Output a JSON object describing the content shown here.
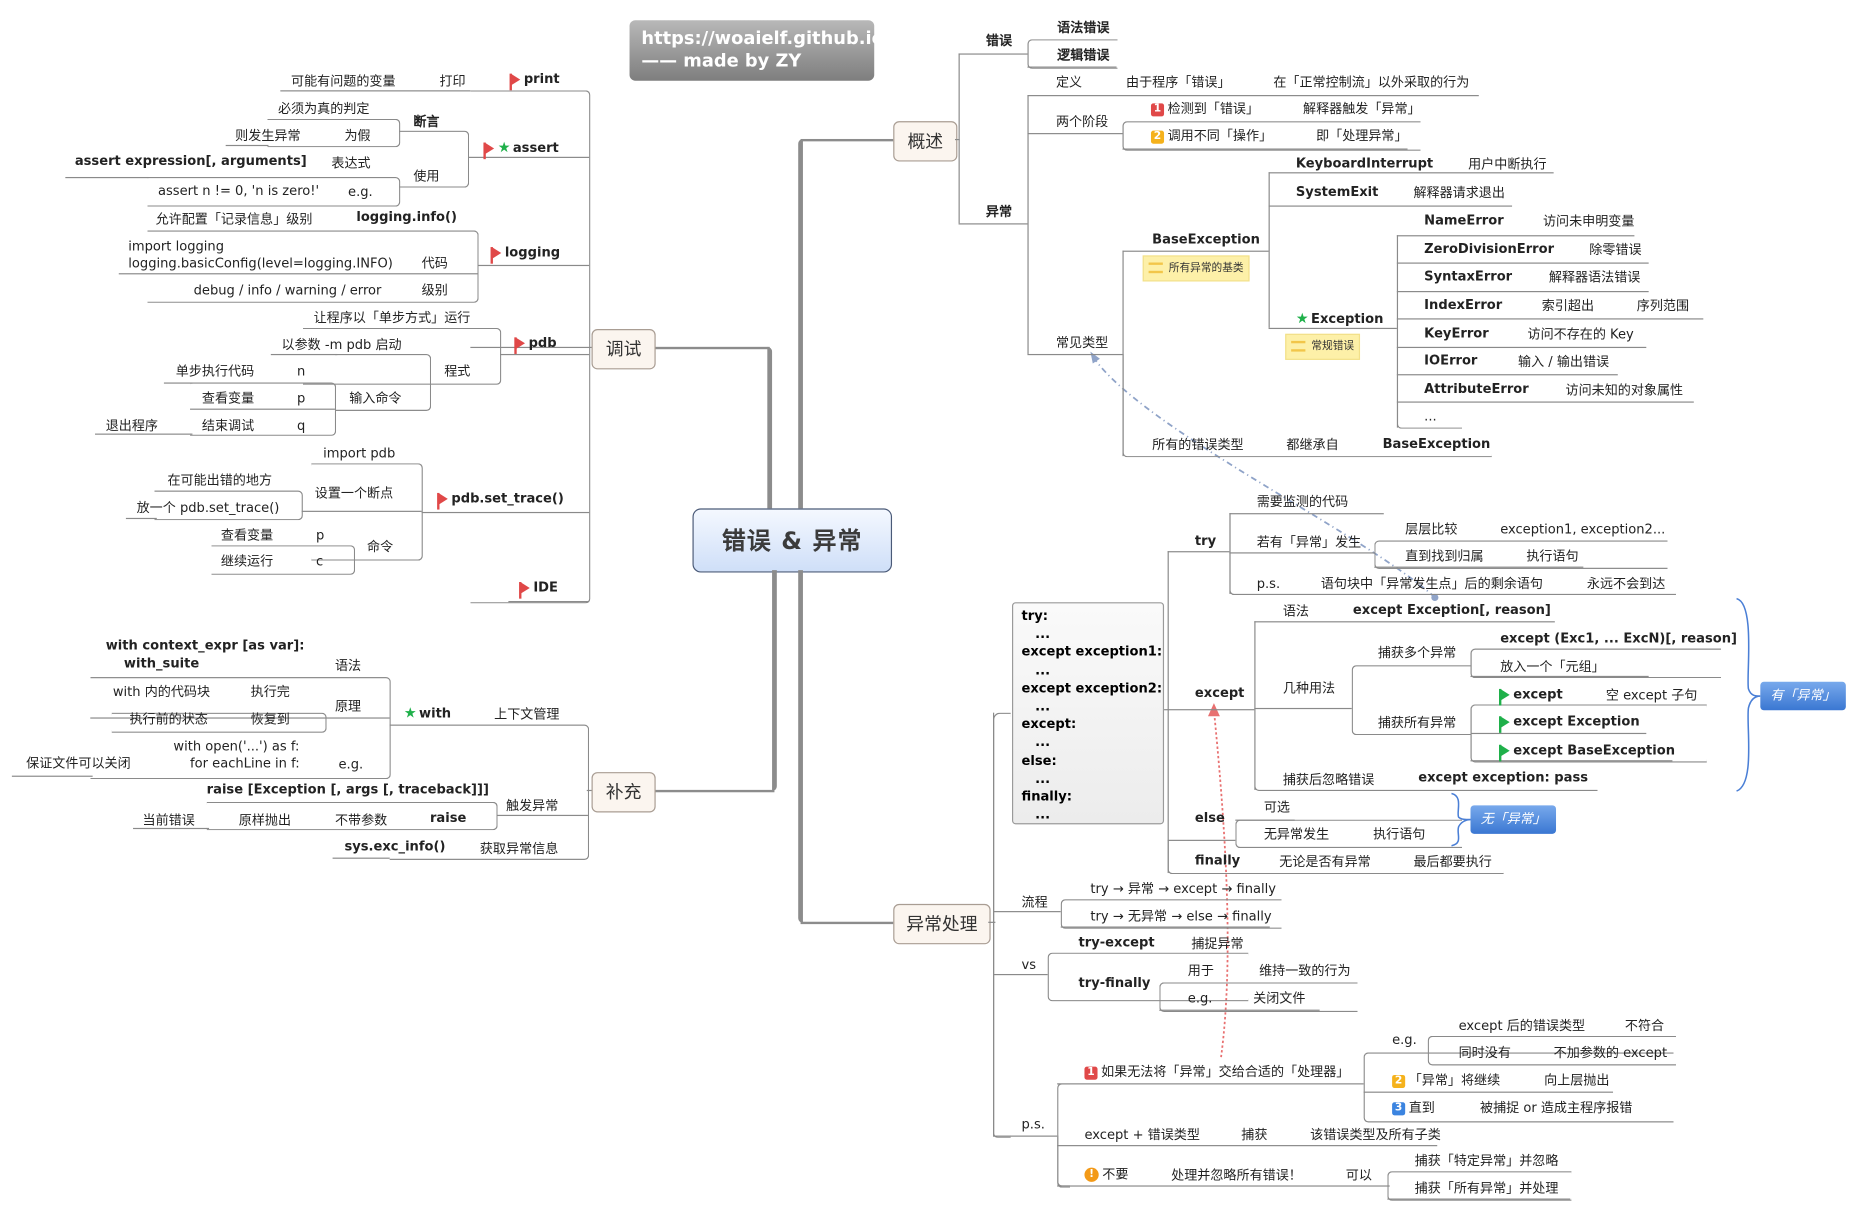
{
  "banner": {
    "line1": "https://woaielf.github.io/",
    "line2": "—— made by ZY"
  },
  "central": "错误 & 异常",
  "colors": {
    "callout": "#3a77d2",
    "flag_red": "#e04848",
    "flag_green": "#1fb04a",
    "star": "#1fb04a",
    "note": "#fdf0a8",
    "relationship_blue": "#8fa3c8",
    "relationship_red": "#e87070"
  },
  "overview": {
    "title": "概述",
    "error": {
      "label": "错误",
      "items": [
        "语法错误",
        "逻辑错误"
      ]
    },
    "exception": {
      "label": "异常",
      "definition": {
        "label": "定义",
        "a": "由于程序「错误」",
        "b": "在「正常控制流」以外采取的行为"
      },
      "phases": {
        "label": "两个阶段",
        "p1": "检测到「错误」",
        "p1b": "解释器触发「异常」",
        "p2": "调用不同「操作」",
        "p2b": "即「处理异常」",
        "n1": "1",
        "n2": "2"
      },
      "common": {
        "label": "常见类型",
        "base": "BaseException",
        "base_note": "所有异常的基类",
        "kbi": "KeyboardInterrupt",
        "kbi_desc": "用户中断执行",
        "sysexit": "SystemExit",
        "sysexit_desc": "解释器请求退出",
        "exception": "Exception",
        "exception_note": "常规错误",
        "errors": [
          {
            "name": "NameError",
            "desc": "访问未申明变量"
          },
          {
            "name": "ZeroDivisionError",
            "desc": "除零错误"
          },
          {
            "name": "SyntaxError",
            "desc": "解释器语法错误"
          },
          {
            "name": "IndexError",
            "desc": "索引超出",
            "desc2": "序列范围"
          },
          {
            "name": "KeyError",
            "desc": "访问不存在的 Key"
          },
          {
            "name": "IOError",
            "desc": "输入 / 输出错误"
          },
          {
            "name": "AttributeError",
            "desc": "访问未知的对象属性"
          },
          {
            "name": "..."
          }
        ],
        "all_a": "所有的错误类型",
        "all_b": "都继承自",
        "all_c": "BaseException"
      }
    }
  },
  "debug": {
    "title": "调试",
    "print": {
      "label": "print",
      "a": "打印",
      "b": "可能有问题的变量"
    },
    "assert": {
      "label": "assert",
      "assertion": "断言",
      "a1": "必须为真的判定",
      "a2": "为假",
      "a3": "则发生异常",
      "use": "使用",
      "expr_label": "表达式",
      "expr": "assert expression[, arguments]",
      "eg": "e.g.",
      "example": "assert n != 0, 'n is zero!'"
    },
    "logging": {
      "label": "logging",
      "info": "logging.info()",
      "info_desc": "允许配置「记录信息」级别",
      "code_label": "代码",
      "code1": "import logging",
      "code2": "logging.basicConfig(level=logging.INFO)",
      "level_label": "级别",
      "levels": "debug / info / warning / error"
    },
    "pdb": {
      "label": "pdb",
      "step": "让程序以「单步方式」运行",
      "mode": "程式",
      "start": "以参数 -m pdb 启动",
      "input": "输入命令",
      "cmds": [
        {
          "k": "n",
          "v": "单步执行代码"
        },
        {
          "k": "p",
          "v": "查看变量"
        },
        {
          "k": "q",
          "v": "结束调试",
          "v2": "退出程序"
        }
      ]
    },
    "set_trace": {
      "label": "pdb.set_trace()",
      "import": "import pdb",
      "bp": "设置一个断点",
      "bp1": "在可能出错的地方",
      "bp2": "放一个 pdb.set_trace()",
      "cmd": "命令",
      "cmds": [
        {
          "k": "p",
          "v": "查看变量"
        },
        {
          "k": "c",
          "v": "继续运行"
        }
      ]
    },
    "ide": {
      "label": "IDE"
    }
  },
  "supplement": {
    "title": "补充",
    "with": {
      "label": "with",
      "desc": "上下文管理",
      "syntax_label": "语法",
      "syntax1": "with context_expr [as var]:",
      "syntax2": "    with_suite",
      "principle": "原理",
      "p1a": "with 内的代码块",
      "p1b": "执行完",
      "p2a": "执行前的状态",
      "p2b": "恢复到",
      "eg": "e.g.",
      "eg1": "with open('...') as f:",
      "eg2": "    for eachLine in f:",
      "eg_desc": "保证文件可以关闭"
    },
    "raise": {
      "label": "触发异常",
      "syntax": "raise [Exception [, args [, traceback]]]",
      "kw": "raise",
      "a": "不带参数",
      "b": "原样抛出",
      "c": "当前错误"
    },
    "exc_info": {
      "label": "获取异常信息",
      "fn": "sys.exc_info()"
    }
  },
  "handling": {
    "title": "异常处理",
    "code": [
      "try:",
      "   ...",
      "except exception1:",
      "   ...",
      "except exception2:",
      "   ...",
      "except:",
      "   ...",
      "else:",
      "   ...",
      "finally:",
      "   ..."
    ],
    "try": {
      "label": "try",
      "a": "需要监测的代码",
      "b": "若有「异常」发生",
      "b1": "层层比较",
      "b1v": "exception1, exception2...",
      "b2": "直到找到归属",
      "b2v": "执行语句",
      "ps": "p.s.",
      "ps1": "语句块中「异常发生点」后的剩余语句",
      "ps2": "永远不会到达"
    },
    "except": {
      "label": "except",
      "syntax_label": "语法",
      "syntax": "except Exception[, reason]",
      "usages": "几种用法",
      "multi": "捕获多个异常",
      "multi1": "except (Exc1, ... ExcN)[, reason]",
      "multi2": "放入一个「元组」",
      "all": "捕获所有异常",
      "all1": "except",
      "all1d": "空 except 子句",
      "all2": "except Exception",
      "all3": "except BaseException",
      "ignore": "捕获后忽略错误",
      "ignore_v": "except exception: pass"
    },
    "else": {
      "label": "else",
      "a": "可选",
      "b": "无异常发生",
      "c": "执行语句"
    },
    "finally": {
      "label": "finally",
      "a": "无论是否有异常",
      "b": "最后都要执行"
    },
    "callout_yes": "有「异常」",
    "callout_no": "无「异常」",
    "flow": {
      "label": "流程",
      "a": "try → 异常 → except → finally",
      "b": "try → 无异常 → else → finally"
    },
    "vs": {
      "label": "vs",
      "te": "try-except",
      "te_d": "捕捉异常",
      "tf": "try-finally",
      "tf_use": "用于",
      "tf_use_d": "维持一致的行为",
      "tf_eg": "e.g.",
      "tf_eg_d": "关闭文件"
    },
    "ps": {
      "label": "p.s.",
      "p1": "如果无法将「异常」交给合适的「处理器」",
      "eg": "e.g.",
      "eg1": "except 后的错误类型",
      "eg1b": "不符合",
      "eg2": "同时没有",
      "eg2b": "不加参数的 except",
      "p2": "「异常」将继续",
      "p2b": "向上层抛出",
      "p3": "直到",
      "p3b": "被捕捉 or 造成主程序报错",
      "e1": "except + 错误类型",
      "e2": "捕获",
      "e3": "该错误类型及所有子类",
      "d1": "不要",
      "d2": "处理并忽略所有错误！",
      "d3": "可以",
      "d4": "捕获「特定异常」并忽略",
      "d5": "捕获「所有异常」并处理"
    }
  }
}
